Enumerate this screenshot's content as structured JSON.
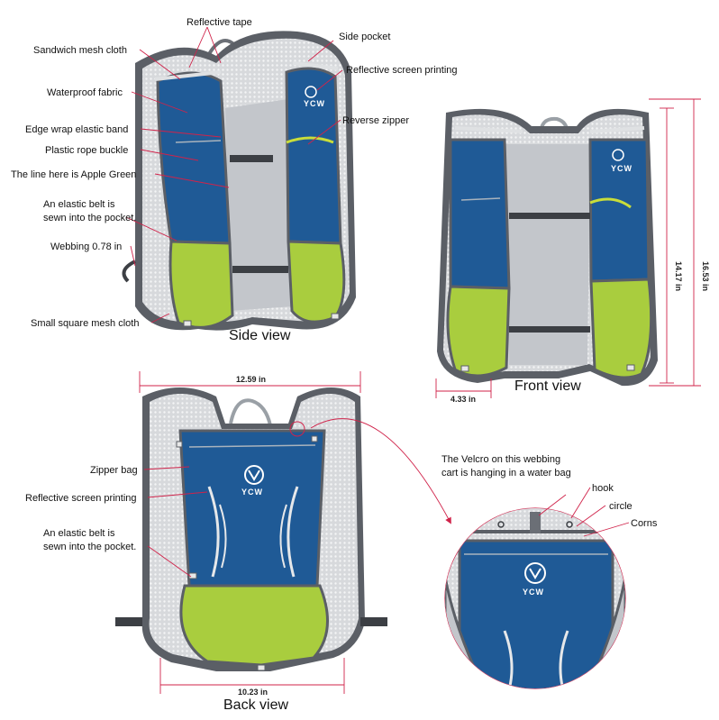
{
  "labels": {
    "reflective_tape": "Reflective tape",
    "sandwich_mesh_cloth": "Sandwich mesh cloth",
    "side_pocket": "Side pocket",
    "reflective_screen_printing": "Reflective screen printing",
    "waterproof_fabric": "Waterproof fabric",
    "edge_wrap_elastic_band": "Edge wrap elastic band",
    "reverse_zipper": "Reverse zipper",
    "plastic_rope_buckle": "Plastic rope buckle",
    "apple_green_line": "The line here is Apple Green",
    "elastic_belt_line1": "An elastic belt is",
    "elastic_belt_line2": "sewn into the pocket.",
    "webbing": "Webbing 0.78 in",
    "small_square_mesh_cloth": "Small square mesh cloth",
    "zipper_bag": "Zipper bag",
    "velcro_line1": "The Velcro on this webbing",
    "velcro_line2": "cart is hanging in a water bag",
    "hook": "hook",
    "circle": "circle",
    "corns": "Corns"
  },
  "views": {
    "side": "Side view",
    "front": "Front view",
    "back": "Back view"
  },
  "dimensions": {
    "back_top_width": "12.59 in",
    "back_bottom_width": "10.23 in",
    "front_strap_width": "4.33 in",
    "front_inner_height": "14.17 in",
    "front_total_height": "16.53 in"
  },
  "brand": "YCW",
  "colors": {
    "blue": "#1f5a96",
    "green": "#a9cd3e",
    "mesh_gray": "#b9bcc1",
    "edge_gray": "#5b5f66",
    "leader_red": "#d0234a"
  }
}
